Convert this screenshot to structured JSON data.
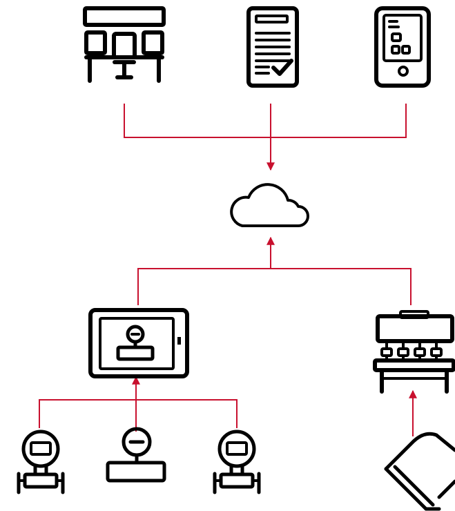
{
  "colors": {
    "connector": "#c8102e",
    "icon": "#000000",
    "background": "#ffffff"
  },
  "nodes": [
    {
      "id": "workstation",
      "icon": "desk-workstation-icon"
    },
    {
      "id": "report",
      "icon": "checked-document-icon"
    },
    {
      "id": "mobile",
      "icon": "mobile-app-icon"
    },
    {
      "id": "cloud",
      "icon": "cloud-icon"
    },
    {
      "id": "gateway-tablet",
      "icon": "tablet-gateway-icon"
    },
    {
      "id": "plc",
      "icon": "plc-controller-icon"
    },
    {
      "id": "flowmeter-1",
      "icon": "flowmeter-icon"
    },
    {
      "id": "pressure-sensor",
      "icon": "pressure-transmitter-icon"
    },
    {
      "id": "flowmeter-2",
      "icon": "flowmeter-icon"
    },
    {
      "id": "level-sensor",
      "icon": "level-radar-sensor-icon"
    }
  ],
  "edges": [
    {
      "from": "workstation",
      "to": "cloud"
    },
    {
      "from": "report",
      "to": "cloud"
    },
    {
      "from": "mobile",
      "to": "cloud"
    },
    {
      "from": "gateway-tablet",
      "to": "cloud"
    },
    {
      "from": "plc",
      "to": "cloud"
    },
    {
      "from": "flowmeter-1",
      "to": "gateway-tablet"
    },
    {
      "from": "pressure-sensor",
      "to": "gateway-tablet"
    },
    {
      "from": "flowmeter-2",
      "to": "gateway-tablet"
    },
    {
      "from": "level-sensor",
      "to": "plc"
    }
  ]
}
